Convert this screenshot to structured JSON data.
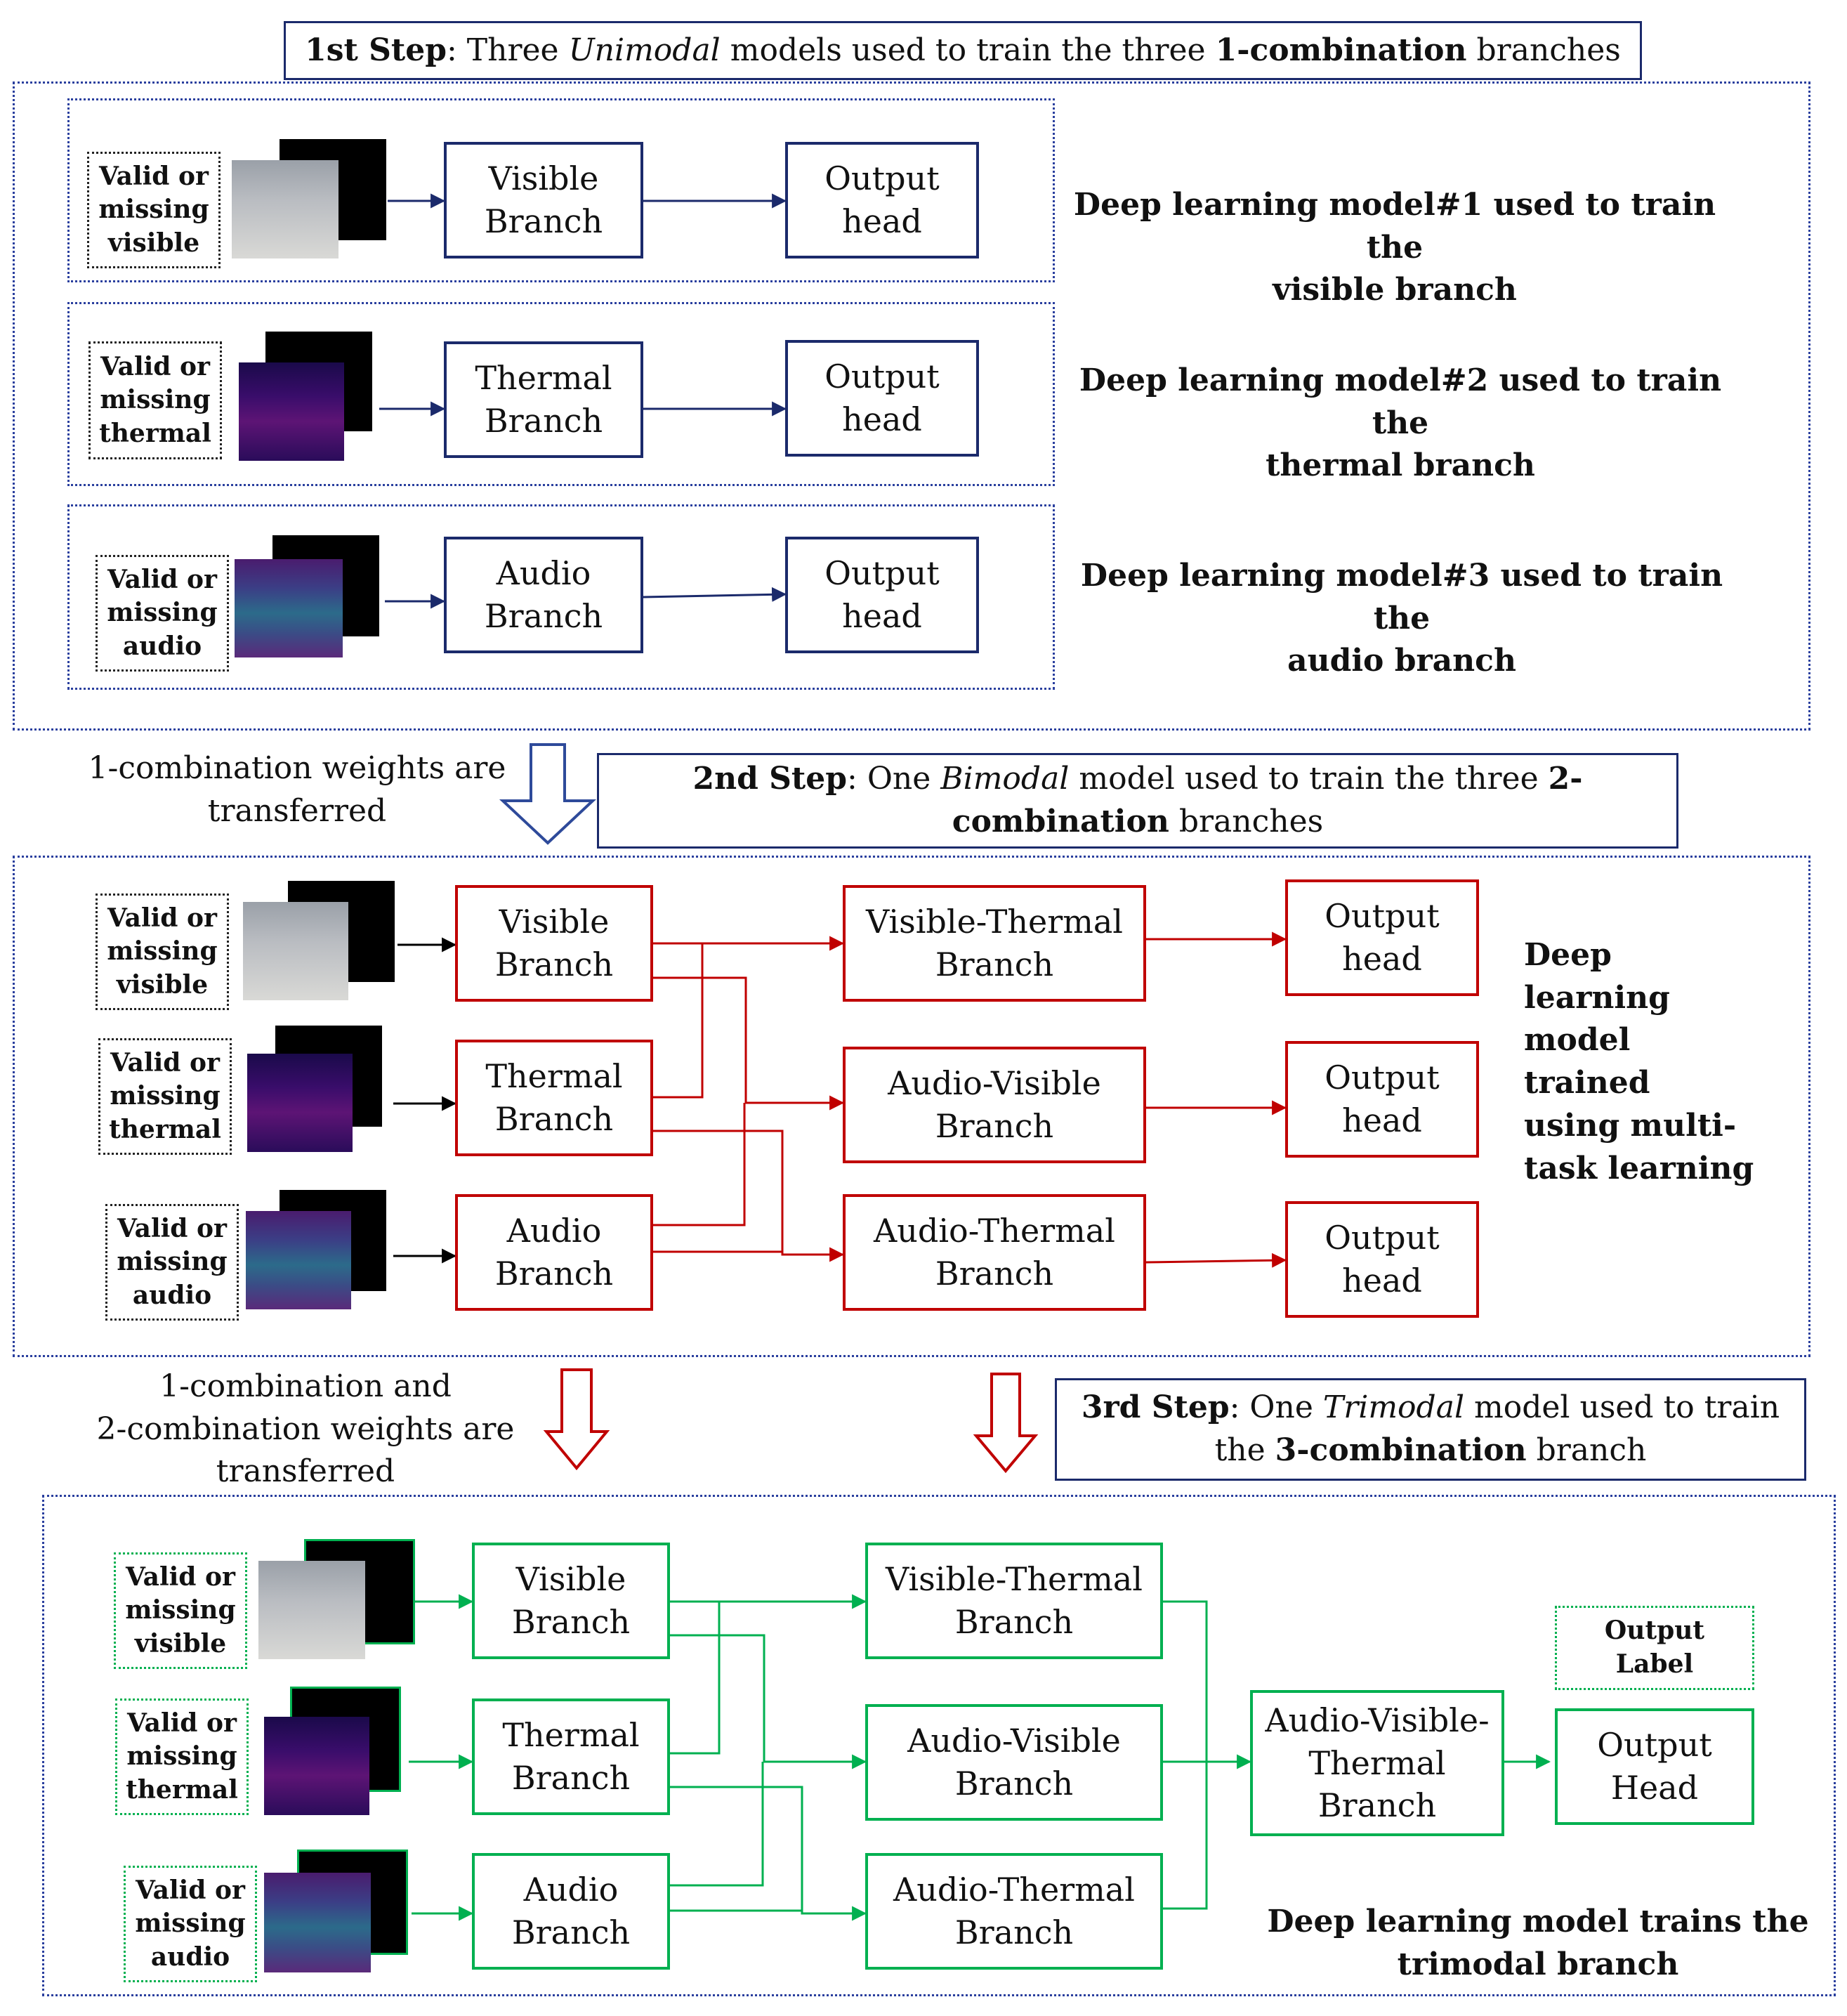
{
  "step1": {
    "title_parts": [
      {
        "t": "1st Step",
        "s": "b"
      },
      {
        "t": ": Three ",
        "s": ""
      },
      {
        "t": "Unimodal",
        "s": "i"
      },
      {
        "t": " models used to train the three ",
        "s": ""
      },
      {
        "t": "1-combination",
        "s": "b"
      },
      {
        "t": " branches",
        "s": ""
      }
    ],
    "rows": [
      {
        "input_label": "Valid or\nmissing\nvisible",
        "branch": "Visible\nBranch",
        "head": "Output\nhead",
        "description": "Deep learning model#1 used to train the\nvisible branch"
      },
      {
        "input_label": "Valid or\nmissing\nthermal",
        "branch": "Thermal\nBranch",
        "head": "Output\nhead",
        "description": "Deep learning model#2 used to train the\nthermal branch"
      },
      {
        "input_label": "Valid or\nmissing\naudio",
        "branch": "Audio\nBranch",
        "head": "Output\nhead",
        "description": "Deep learning model#3 used to train the\naudio branch"
      }
    ]
  },
  "transfer1": "1-combination weights are\ntransferred",
  "step2": {
    "title_parts": [
      {
        "t": "2nd Step",
        "s": "b"
      },
      {
        "t": ": One ",
        "s": ""
      },
      {
        "t": "Bimodal",
        "s": "i"
      },
      {
        "t": " model used to train the three ",
        "s": ""
      },
      {
        "t": "2-combination",
        "s": "b"
      },
      {
        "t": " branches",
        "s": ""
      }
    ],
    "inputs": [
      "Valid or\nmissing\nvisible",
      "Valid or\nmissing\nthermal",
      "Valid or\nmissing\naudio"
    ],
    "branches": [
      "Visible\nBranch",
      "Thermal\nBranch",
      "Audio\nBranch"
    ],
    "combos": [
      "Visible-Thermal\nBranch",
      "Audio-Visible\nBranch",
      "Audio-Thermal\nBranch"
    ],
    "heads": [
      "Output\nhead",
      "Output\nhead",
      "Output\nhead"
    ],
    "description": "Deep learning\nmodel trained\nusing multi-\ntask learning"
  },
  "transfer2": "1-combination and\n2-combination weights are\ntransferred",
  "step3": {
    "title_parts": [
      {
        "t": "3rd Step",
        "s": "b"
      },
      {
        "t": ": One ",
        "s": ""
      },
      {
        "t": "Trimodal",
        "s": "i"
      },
      {
        "t": " model used to train",
        "s": ""
      },
      {
        "t": "\n",
        "s": ""
      },
      {
        "t": "the ",
        "s": ""
      },
      {
        "t": "3-combination",
        "s": "b"
      },
      {
        "t": " branch",
        "s": ""
      }
    ],
    "inputs": [
      "Valid or\nmissing\nvisible",
      "Valid or\nmissing\nthermal",
      "Valid or\nmissing\naudio"
    ],
    "branches": [
      "Visible\nBranch",
      "Thermal\nBranch",
      "Audio\nBranch"
    ],
    "combos": [
      "Visible-Thermal\nBranch",
      "Audio-Visible\nBranch",
      "Audio-Thermal\nBranch"
    ],
    "tri": "Audio-Visible-\nThermal\nBranch",
    "output_label": "Output\nLabel",
    "head": "Output\nHead",
    "description": "Deep learning model trains the\ntrimodal branch"
  },
  "colors": {
    "navy": "#1b2a6b",
    "red": "#c00000",
    "green": "#00b050",
    "dotted_blue": "#2a3f9e"
  }
}
